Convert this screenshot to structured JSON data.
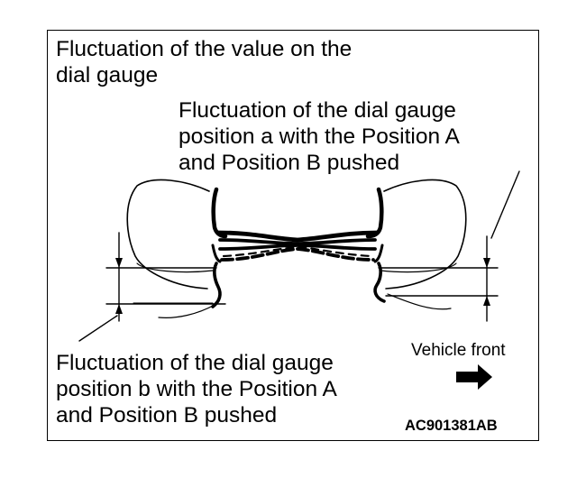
{
  "title_lines": [
    "Fluctuation of the value on the",
    "dial gauge"
  ],
  "label_a_lines": [
    "Fluctuation of the dial gauge",
    "position a with the Position A",
    "and Position B pushed"
  ],
  "label_b_lines": [
    "Fluctuation of the dial gauge",
    "position b with the Position A",
    "and Position B pushed"
  ],
  "vehicle_front": "Vehicle front",
  "figure_code": "AC901381AB",
  "icons": {
    "direction_arrow": "arrow-right-icon"
  },
  "colors": {
    "ink": "#000000",
    "background": "#ffffff"
  }
}
